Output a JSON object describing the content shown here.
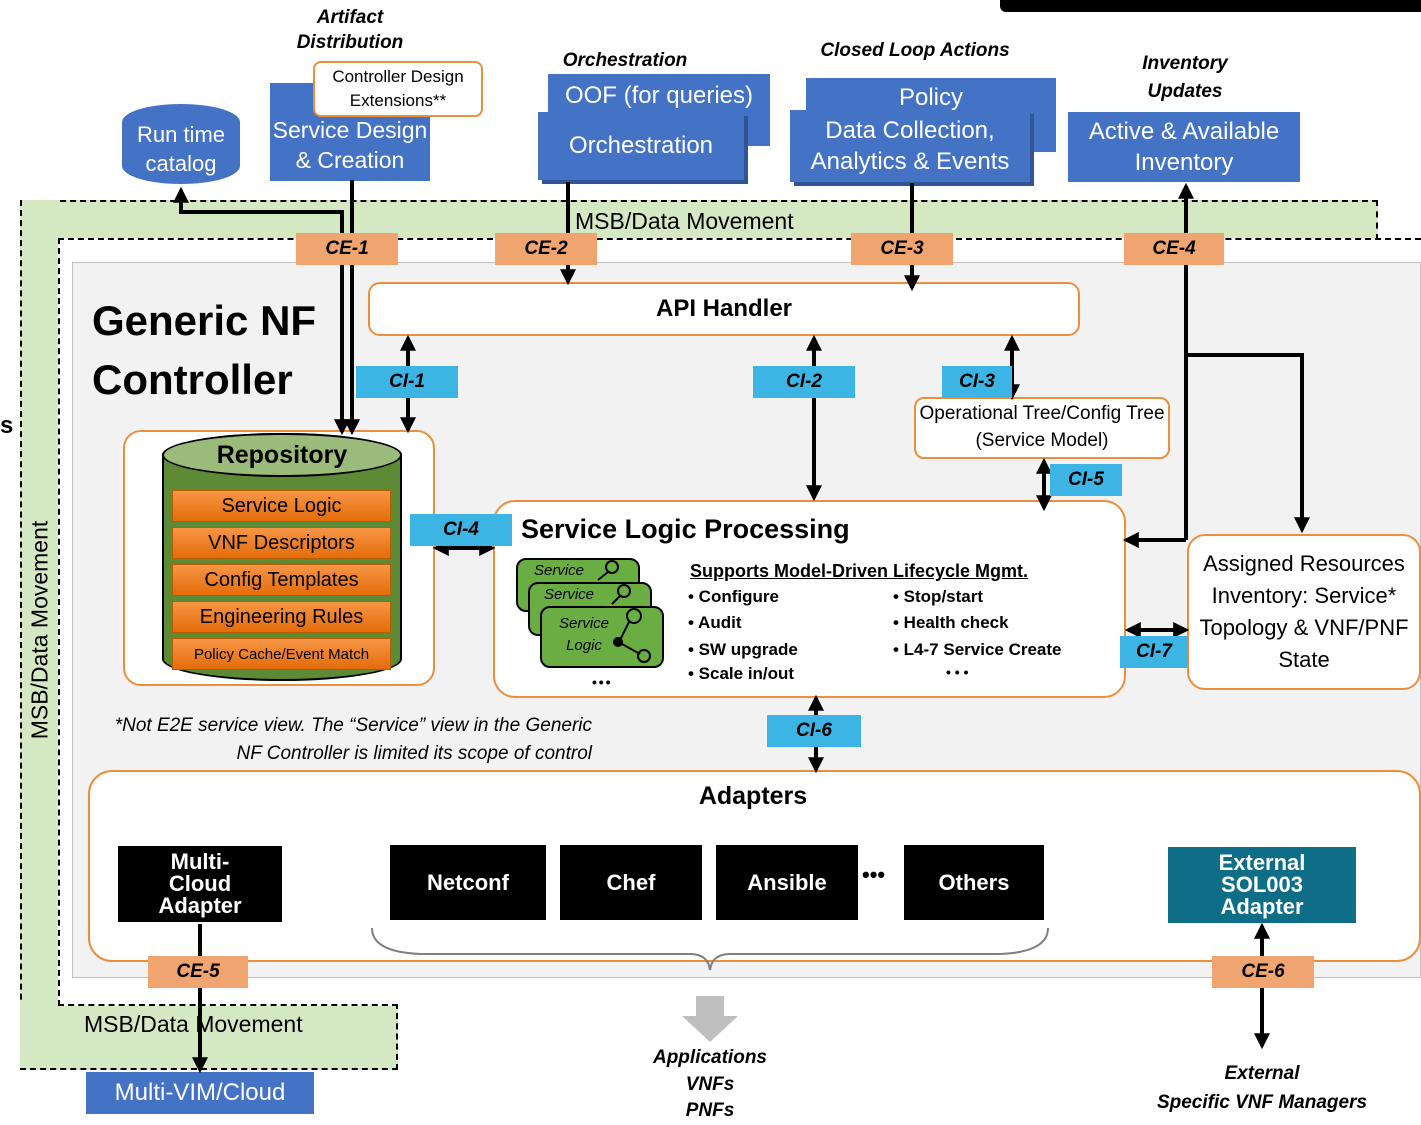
{
  "captions": {
    "artifact_distribution": "Artifact Distribution",
    "orchestration": "Orchestration",
    "closed_loop": "Closed Loop Actions",
    "inventory_updates": "Inventory Updates"
  },
  "top_boxes": {
    "runtime_catalog": "Run time catalog",
    "controller_design_ext": "Controller Design Extensions**",
    "service_design": "Service Design & Creation",
    "oof": "OOF (for queries)",
    "orchestration": "Orchestration",
    "policy": "Policy",
    "data_collection": "Data Collection, Analytics & Events",
    "active_inventory": "Active & Available Inventory"
  },
  "msb_label": "MSB/Data Movement",
  "title": "Generic NF Controller",
  "left_cut_text": "s",
  "external_interfaces": [
    "CE-1",
    "CE-2",
    "CE-3",
    "CE-4",
    "CE-5",
    "CE-6"
  ],
  "internal_interfaces": [
    "CI-1",
    "CI-2",
    "CI-3",
    "CI-4",
    "CI-5",
    "CI-6",
    "CI-7"
  ],
  "api_handler": "API Handler",
  "op_tree": "Operational Tree/Config Tree (Service Model)",
  "repository": {
    "title": "Repository",
    "items": [
      "Service Logic",
      "VNF Descriptors",
      "Config Templates",
      "Engineering Rules",
      "Policy Cache/Event Match"
    ]
  },
  "slp": {
    "title": "Service Logic Processing",
    "subtitle": "Supports Model-Driven Lifecycle Mgmt.",
    "col1": [
      "• Configure",
      "• Audit",
      "• SW upgrade",
      "• Scale in/out"
    ],
    "col2": [
      "• Stop/start",
      "• Health check",
      "• L4-7 Service Create"
    ],
    "ellipsis": "• • •",
    "stack_card_label": "Service",
    "stack_front_label": "Service Logic",
    "stack_ellipsis": "• • •"
  },
  "assigned_inventory": "Assigned Resources Inventory: Service* Topology & VNF/PNF State",
  "footnote": "*Not E2E service view.  The “Service” view in the Generic NF Controller is limited its scope of control",
  "adapters": {
    "title": "Adapters",
    "multicloud": "Multi-Cloud Adapter",
    "netconf": "Netconf",
    "chef": "Chef",
    "ansible": "Ansible",
    "ellipsis": "•••",
    "others": "Others",
    "sol003": "External SOL003 Adapter"
  },
  "bottom": {
    "multivim": "Multi-VIM/Cloud",
    "apps": [
      "Applications",
      "VNFs",
      "PNFs"
    ],
    "external": [
      "External",
      "Specific VNF Managers"
    ]
  },
  "colors": {
    "blue": "#4472c4",
    "orange_border": "#ed8e3b",
    "ce_tag": "#f0a470",
    "ci_tag": "#3cb5e5",
    "msb_green": "#d5e8c4",
    "repo_green": "#5d8a35",
    "sol003": "#0e6e87"
  }
}
